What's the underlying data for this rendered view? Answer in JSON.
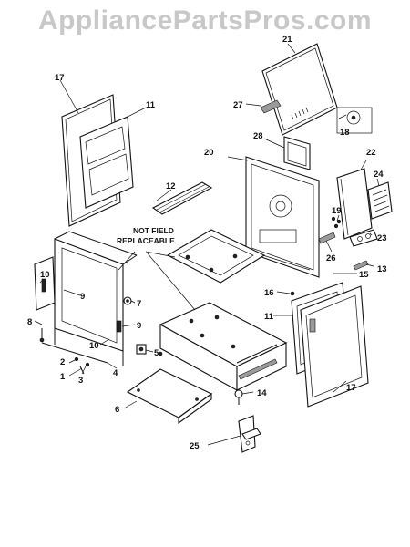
{
  "watermark": "AppliancePartsPros.com",
  "note": {
    "line1": "NOT FIELD",
    "line2": "REPLACEABLE"
  },
  "callouts": {
    "c1": "1",
    "c2": "2",
    "c3": "3",
    "c4": "4",
    "c5": "5",
    "c6": "6",
    "c7": "7",
    "c8": "8",
    "c9a": "9",
    "c9b": "9",
    "c10a": "10",
    "c10b": "10",
    "c11a": "11",
    "c11b": "11",
    "c12": "12",
    "c13": "13",
    "c14": "14",
    "c15": "15",
    "c16": "16",
    "c17a": "17",
    "c17b": "17",
    "c18": "18",
    "c19": "19",
    "c20": "20",
    "c21": "21",
    "c22": "22",
    "c23": "23",
    "c24": "24",
    "c25": "25",
    "c26": "26",
    "c27": "27",
    "c28": "28"
  }
}
